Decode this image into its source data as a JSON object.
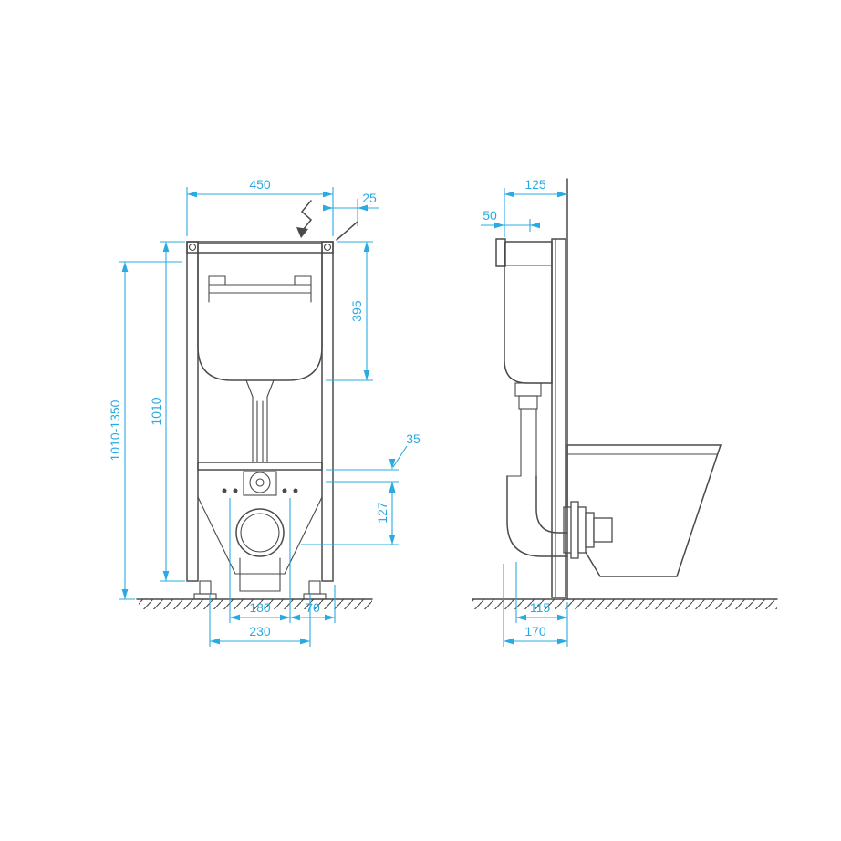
{
  "drawing": {
    "subject": "wall-hung-wc-installation-frame-technical-drawing",
    "units": "mm",
    "colors": {
      "dimension": "#29ABE2",
      "outline": "#4A4A4A",
      "background": "#FFFFFF"
    },
    "front_view": {
      "name": "front-view",
      "dimensions": {
        "frame_width": "450",
        "wall_offset": "25",
        "cistern_height": "395",
        "frame_height": "1010",
        "height_range": "1010-1350",
        "crossbar_offset": "35",
        "outlet_drop": "127",
        "fixing_spacing": "180",
        "side_offset": "70",
        "base_width": "230"
      }
    },
    "side_view": {
      "name": "side-view",
      "dimensions": {
        "frame_depth": "125",
        "front_clearance": "50",
        "outlet_depth": "115",
        "base_depth": "170"
      }
    }
  }
}
